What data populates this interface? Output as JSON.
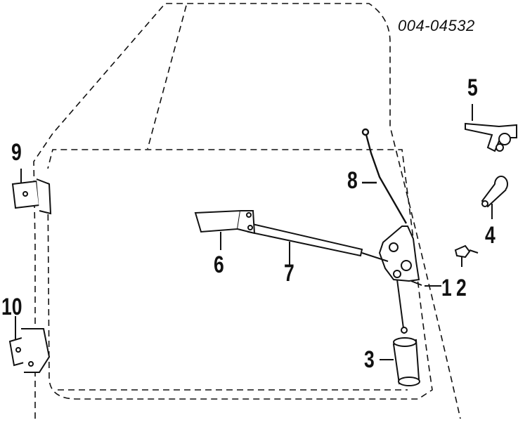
{
  "diagram": {
    "part_code": "004-04532",
    "callouts": [
      "1",
      "2",
      "3",
      "4",
      "5",
      "6",
      "7",
      "8",
      "9",
      "10"
    ]
  }
}
